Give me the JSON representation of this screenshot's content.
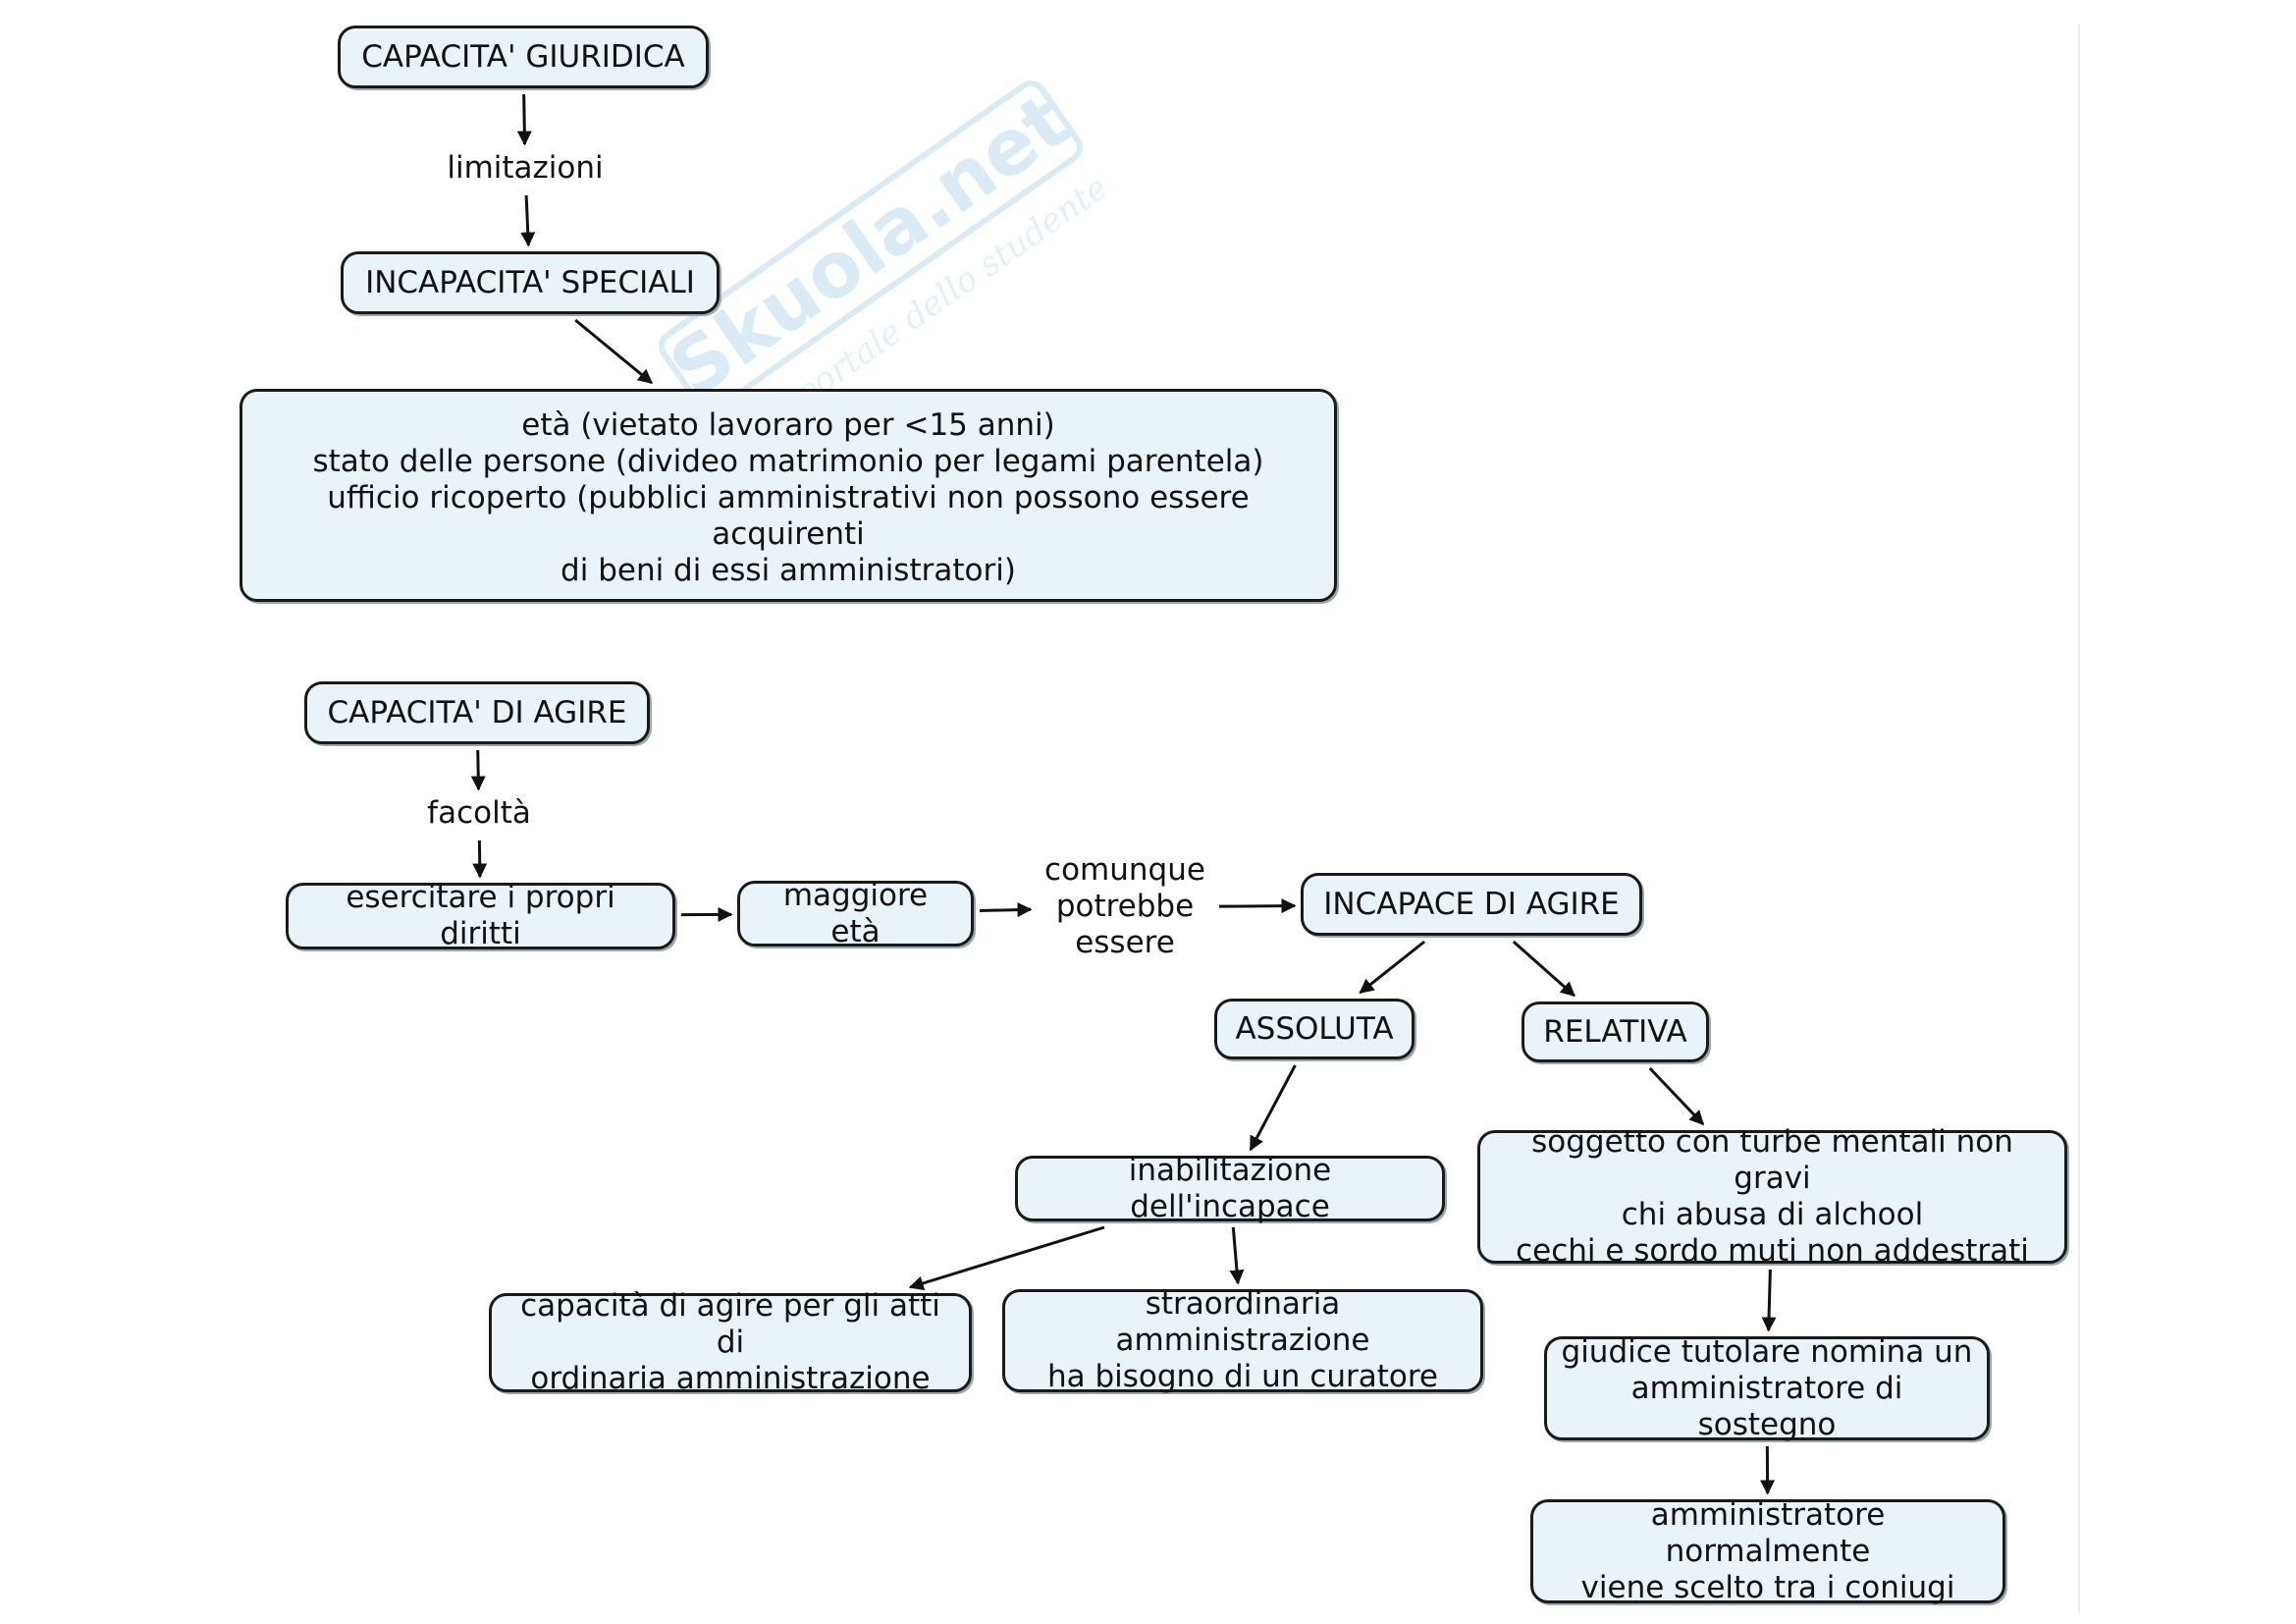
{
  "watermark": {
    "brand": "Skuola.net",
    "tagline": "il portale dello studente"
  },
  "colors": {
    "node_fill": "#eaf3f7",
    "node_border": "#1a1a1a",
    "edge": "#111111",
    "watermark": "#bcdcef"
  },
  "nodes": {
    "capacita_giuridica": "CAPACITA' GIURIDICA",
    "incapacita_speciali": "INCAPACITA' SPECIALI",
    "elenco_incapacita": "età (vietato lavoraro per <15 anni)\nstato delle persone (divideo matrimonio per legami parentela)\nufficio ricoperto (pubblici amministrativi non possono essere acquirenti\ndi beni di essi amministratori)",
    "capacita_di_agire": "CAPACITA' DI AGIRE",
    "esercitare_diritti": "esercitare i propri diritti",
    "maggiore_eta": "maggiore età",
    "incapace_di_agire": "INCAPACE DI AGIRE",
    "assoluta": "ASSOLUTA",
    "relativa": "RELATIVA",
    "inabilitazione": "inabilitazione dell'incapace",
    "ordinaria_amministrazione": "capacità di agire per gli atti di\nordinaria amministrazione",
    "straordinaria_amministrazione": "straordinaria amministrazione\nha bisogno di un curatore",
    "soggetti_relativa": "soggetto con turbe mentali non gravi\nchi abusa di alchool\ncechi e sordo muti non addestrati",
    "giudice_tutelare": "giudice tutolare nomina un\namministratore di sostegno",
    "amministratore_coniugi": "amministratore normalmente\nviene scelto tra i coniugi"
  },
  "linking_phrases": {
    "limitazioni": "limitazioni",
    "facolta": "facoltà",
    "comunque_potrebbe_essere": "comunque\npotrebbe\nessere"
  },
  "edges": [
    {
      "from": "capacita_giuridica",
      "to": "limitazioni"
    },
    {
      "from": "limitazioni",
      "to": "incapacita_speciali"
    },
    {
      "from": "incapacita_speciali",
      "to": "elenco_incapacita"
    },
    {
      "from": "capacita_di_agire",
      "to": "facolta"
    },
    {
      "from": "facolta",
      "to": "esercitare_diritti"
    },
    {
      "from": "esercitare_diritti",
      "to": "maggiore_eta"
    },
    {
      "from": "maggiore_eta",
      "to": "comunque_potrebbe_essere"
    },
    {
      "from": "comunque_potrebbe_essere",
      "to": "incapace_di_agire"
    },
    {
      "from": "incapace_di_agire",
      "to": "assoluta"
    },
    {
      "from": "incapace_di_agire",
      "to": "relativa"
    },
    {
      "from": "assoluta",
      "to": "inabilitazione"
    },
    {
      "from": "inabilitazione",
      "to": "ordinaria_amministrazione"
    },
    {
      "from": "inabilitazione",
      "to": "straordinaria_amministrazione"
    },
    {
      "from": "relativa",
      "to": "soggetti_relativa"
    },
    {
      "from": "soggetti_relativa",
      "to": "giudice_tutelare"
    },
    {
      "from": "giudice_tutelare",
      "to": "amministratore_coniugi"
    }
  ]
}
